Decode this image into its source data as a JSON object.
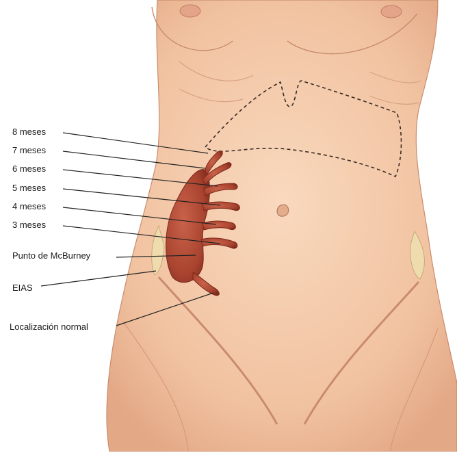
{
  "figure": {
    "labels": [
      {
        "id": "m8",
        "text": "8 meses"
      },
      {
        "id": "m7",
        "text": "7 meses"
      },
      {
        "id": "m6",
        "text": "6 meses"
      },
      {
        "id": "m5",
        "text": "5 meses"
      },
      {
        "id": "m4",
        "text": "4 meses"
      },
      {
        "id": "m3",
        "text": "3 meses"
      },
      {
        "id": "mcburney",
        "text": "Punto de McBurney"
      },
      {
        "id": "eias",
        "text": "EIAS"
      },
      {
        "id": "normal",
        "text": "Localización normal"
      }
    ]
  },
  "colors": {
    "skin": "#f3c8a8",
    "skin_shadow": "#d89a7a",
    "skin_line": "#b77a62",
    "appendix": "#b04a36",
    "appendix_dark": "#7e2a1d",
    "bone": "#efdcae",
    "leader": "#222222",
    "liver_outline": "#3a2a24"
  }
}
